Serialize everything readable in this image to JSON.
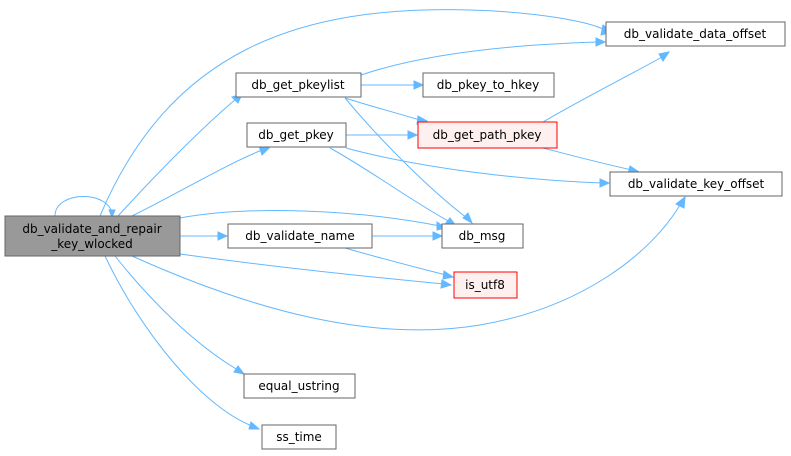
{
  "colors": {
    "edge": "#63b8ff",
    "node_fill": "#ffffff",
    "node_stroke": "#666666",
    "root_fill": "#999999",
    "root_stroke": "#666666",
    "highlight_fill": "#fff0f0",
    "highlight_stroke": "#ff0000"
  },
  "nodes": {
    "root": {
      "line1": "db_validate_and_repair",
      "line2": "_key_wlocked"
    },
    "db_get_pkeylist": {
      "label": "db_get_pkeylist"
    },
    "db_get_pkey": {
      "label": "db_get_pkey"
    },
    "db_validate_name": {
      "label": "db_validate_name"
    },
    "equal_ustring": {
      "label": "equal_ustring"
    },
    "ss_time": {
      "label": "ss_time"
    },
    "db_pkey_to_hkey": {
      "label": "db_pkey_to_hkey"
    },
    "db_get_path_pkey": {
      "label": "db_get_path_pkey"
    },
    "db_msg": {
      "label": "db_msg"
    },
    "is_utf8": {
      "label": "is_utf8"
    },
    "db_validate_data_offset": {
      "label": "db_validate_data_offset"
    },
    "db_validate_key_offset": {
      "label": "db_validate_key_offset"
    }
  },
  "edges": [
    {
      "from": "root",
      "to": "root"
    },
    {
      "from": "root",
      "to": "db_validate_data_offset"
    },
    {
      "from": "root",
      "to": "db_get_pkeylist"
    },
    {
      "from": "root",
      "to": "db_get_pkey"
    },
    {
      "from": "root",
      "to": "db_validate_name"
    },
    {
      "from": "root",
      "to": "db_msg"
    },
    {
      "from": "root",
      "to": "is_utf8"
    },
    {
      "from": "root",
      "to": "db_validate_key_offset"
    },
    {
      "from": "root",
      "to": "equal_ustring"
    },
    {
      "from": "root",
      "to": "ss_time"
    },
    {
      "from": "db_get_pkeylist",
      "to": "db_validate_data_offset"
    },
    {
      "from": "db_get_pkeylist",
      "to": "db_pkey_to_hkey"
    },
    {
      "from": "db_get_pkeylist",
      "to": "db_get_path_pkey"
    },
    {
      "from": "db_get_pkeylist",
      "to": "db_msg"
    },
    {
      "from": "db_get_pkey",
      "to": "db_get_path_pkey"
    },
    {
      "from": "db_get_pkey",
      "to": "db_validate_key_offset"
    },
    {
      "from": "db_get_pkey",
      "to": "db_msg"
    },
    {
      "from": "db_get_path_pkey",
      "to": "db_validate_data_offset"
    },
    {
      "from": "db_get_path_pkey",
      "to": "db_validate_key_offset"
    },
    {
      "from": "db_validate_name",
      "to": "db_msg"
    },
    {
      "from": "db_validate_name",
      "to": "is_utf8"
    }
  ]
}
